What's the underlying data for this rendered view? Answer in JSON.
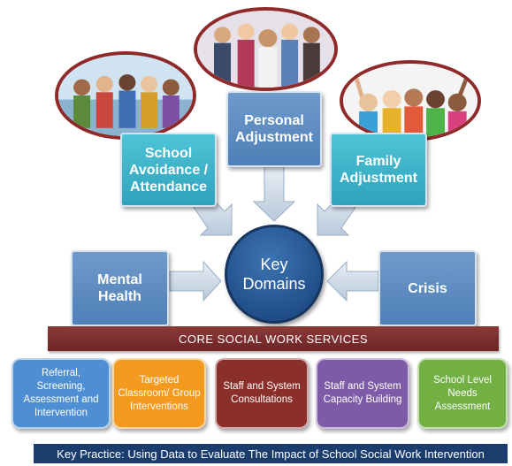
{
  "domains": {
    "school_avoidance": "School\nAvoidance /\nAttendance",
    "personal_adjustment": "Personal\nAdjustment",
    "family_adjustment": "Family\nAdjustment",
    "mental_health": "Mental\nHealth",
    "crisis": "Crisis"
  },
  "center": {
    "label": "Key\nDomains"
  },
  "core_services": {
    "label": "CORE SOCIAL WORK SERVICES"
  },
  "services": [
    {
      "label": "Referral, Screening, Assessment and Intervention",
      "color": "#4e8fd4"
    },
    {
      "label": "Targeted Classroom/ Group Interventions",
      "color": "#f39a1f"
    },
    {
      "label": "Staff and System Consultations",
      "color": "#8a2f2a"
    },
    {
      "label": "Staff and System Capacity Building",
      "color": "#7d5ba6"
    },
    {
      "label": "School Level Needs Assessment",
      "color": "#72b043"
    }
  ],
  "key_practice": "Key Practice: Using Data to Evaluate The Impact of School Social Work Intervention",
  "colors": {
    "domain_blue": "#5a88bf",
    "domain_teal": "#38b2c8",
    "center_blue": "#23538f",
    "core_bar": "#7a2d2d",
    "key_bar": "#1a3d6e",
    "photo_border": "#8f2a2a"
  }
}
